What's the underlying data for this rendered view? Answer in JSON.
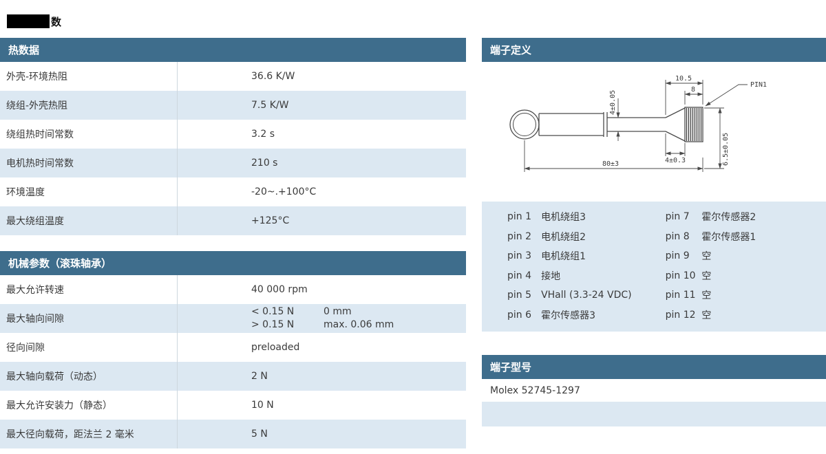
{
  "page": {
    "title_visible": "数"
  },
  "colors": {
    "header_bg": "#3e6d8c",
    "row_alt": "#dce8f2"
  },
  "thermal": {
    "header": "热数据",
    "rows": [
      {
        "label": "外壳-环境热阻",
        "value": "36.6 K/W"
      },
      {
        "label": "绕组-外壳热阻",
        "value": "7.5 K/W"
      },
      {
        "label": "绕组热时间常数",
        "value": "3.2 s"
      },
      {
        "label": "电机热时间常数",
        "value": "210 s"
      },
      {
        "label": "环境温度",
        "value": "-20~.+100°C"
      },
      {
        "label": "最大绕组温度",
        "value": "+125°C"
      }
    ]
  },
  "mechanical": {
    "header": "机械参数（滚珠轴承）",
    "rows": [
      {
        "label": "最大允许转速",
        "value": "40 000 rpm"
      },
      {
        "label": "最大轴向间隙",
        "value": ""
      },
      {
        "label": "径向间隙",
        "value": "preloaded"
      },
      {
        "label": "最大轴向载荷（动态）",
        "value": "2 N"
      },
      {
        "label": "最大允许安装力（静态）",
        "value": "10 N"
      },
      {
        "label": "最大径向载荷，距法兰 2 毫米",
        "value": "5 N"
      }
    ],
    "axial_play": {
      "line1_cond": "< 0.15 N",
      "line1_val": "0 mm",
      "line2_cond": "> 0.15 N",
      "line2_val": "max. 0.06 mm"
    }
  },
  "terminals": {
    "header": "端子定义",
    "drawing": {
      "dim_connector_width": "10.5",
      "dim_pin_area_width": "8",
      "dim_cable_width": "4±0.05",
      "dim_neck_length": "4±0.3",
      "dim_overall_length": "80±3",
      "dim_connector_height": "6.5±0.05",
      "pin1_label": "PIN1"
    },
    "left": [
      {
        "pin": "pin 1",
        "desc": "电机绕组3"
      },
      {
        "pin": "pin 2",
        "desc": "电机绕组2"
      },
      {
        "pin": "pin 3",
        "desc": "电机绕组1"
      },
      {
        "pin": "pin 4",
        "desc": "接地"
      },
      {
        "pin": "pin 5",
        "desc": "VHall (3.3-24 VDC)"
      },
      {
        "pin": "pin 6",
        "desc": "霍尔传感器3"
      }
    ],
    "right": [
      {
        "pin": "pin 7",
        "desc": "霍尔传感器2"
      },
      {
        "pin": "pin 8",
        "desc": "霍尔传感器1"
      },
      {
        "pin": "pin 9",
        "desc": "空"
      },
      {
        "pin": "pin 10",
        "desc": "空"
      },
      {
        "pin": "pin 11",
        "desc": "空"
      },
      {
        "pin": "pin 12",
        "desc": "空"
      }
    ]
  },
  "connector_model": {
    "header": "端子型号",
    "model": "Molex 52745-1297"
  }
}
